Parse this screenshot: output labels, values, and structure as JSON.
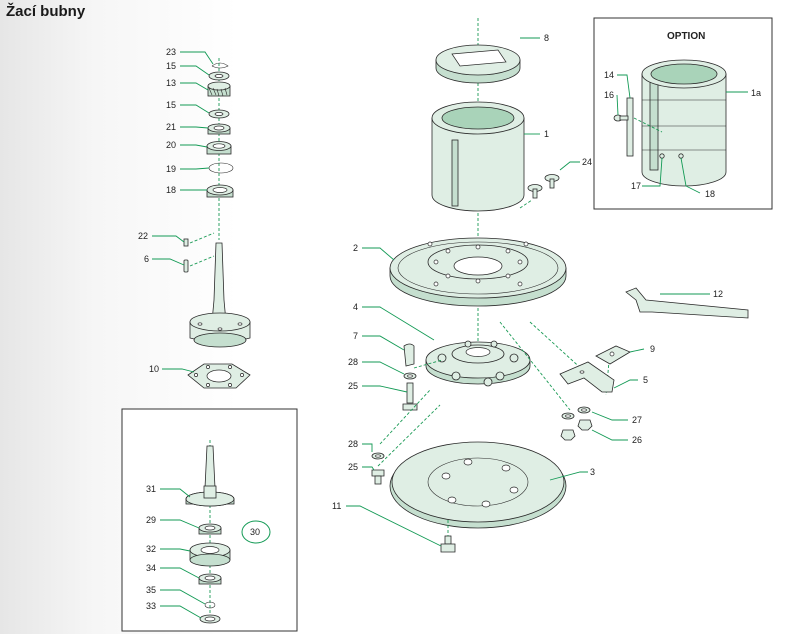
{
  "title": "Žací bubny",
  "option_title": "OPTION",
  "labels": {
    "p23": "23",
    "p15a": "15",
    "p13": "13",
    "p15b": "15",
    "p21": "21",
    "p20": "20",
    "p19": "19",
    "p18a": "18",
    "p22": "22",
    "p6": "6",
    "p10": "10",
    "p8": "8",
    "p1": "1",
    "p24": "24",
    "p2": "2",
    "p4": "4",
    "p7": "7",
    "p28a": "28",
    "p25a": "25",
    "p12": "12",
    "p9": "9",
    "p5": "5",
    "p27": "27",
    "p26": "26",
    "p28b": "28",
    "p25b": "25",
    "p3": "3",
    "p11": "11",
    "p31": "31",
    "p29": "29",
    "p30": "30",
    "p32": "32",
    "p34": "34",
    "p35": "35",
    "p33": "33",
    "p14": "14",
    "p16": "16",
    "p1a": "1a",
    "p17": "17",
    "p18b": "18"
  }
}
